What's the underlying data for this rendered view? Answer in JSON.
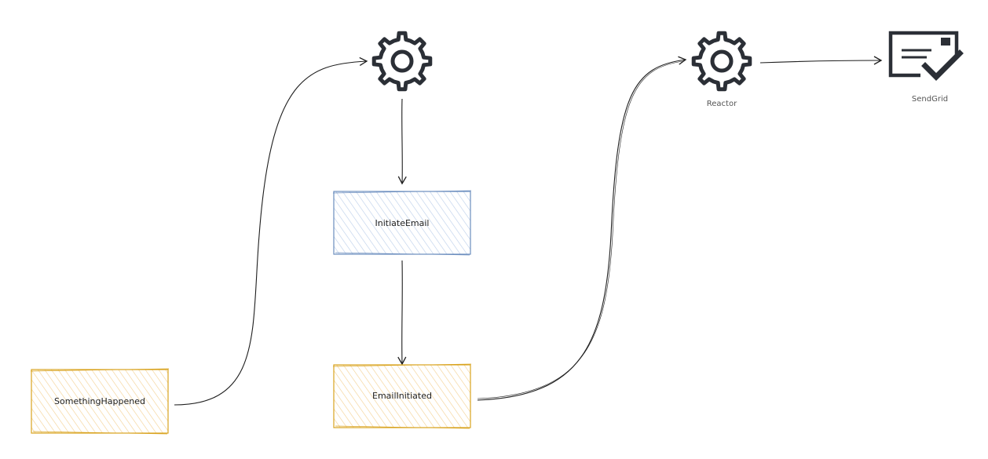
{
  "nodes": {
    "something_happened": {
      "label": "SomethingHappened"
    },
    "initiate_email": {
      "label": "InitiateEmail"
    },
    "email_initiated": {
      "label": "EmailInitiated"
    },
    "reactor": {
      "label": "Reactor"
    },
    "sendgrid": {
      "label": "SendGrid"
    }
  },
  "icons": {
    "processor": "gear-icon",
    "reactor": "gear-icon",
    "sendgrid": "mail-check-icon"
  },
  "colors": {
    "event_stroke": "#d9a31f",
    "event_fill": "#fbe7c4",
    "command_stroke": "#6c8ebf",
    "command_fill": "#dae8fc",
    "ink": "#1e1e1e",
    "icon": "#2b2f36"
  }
}
